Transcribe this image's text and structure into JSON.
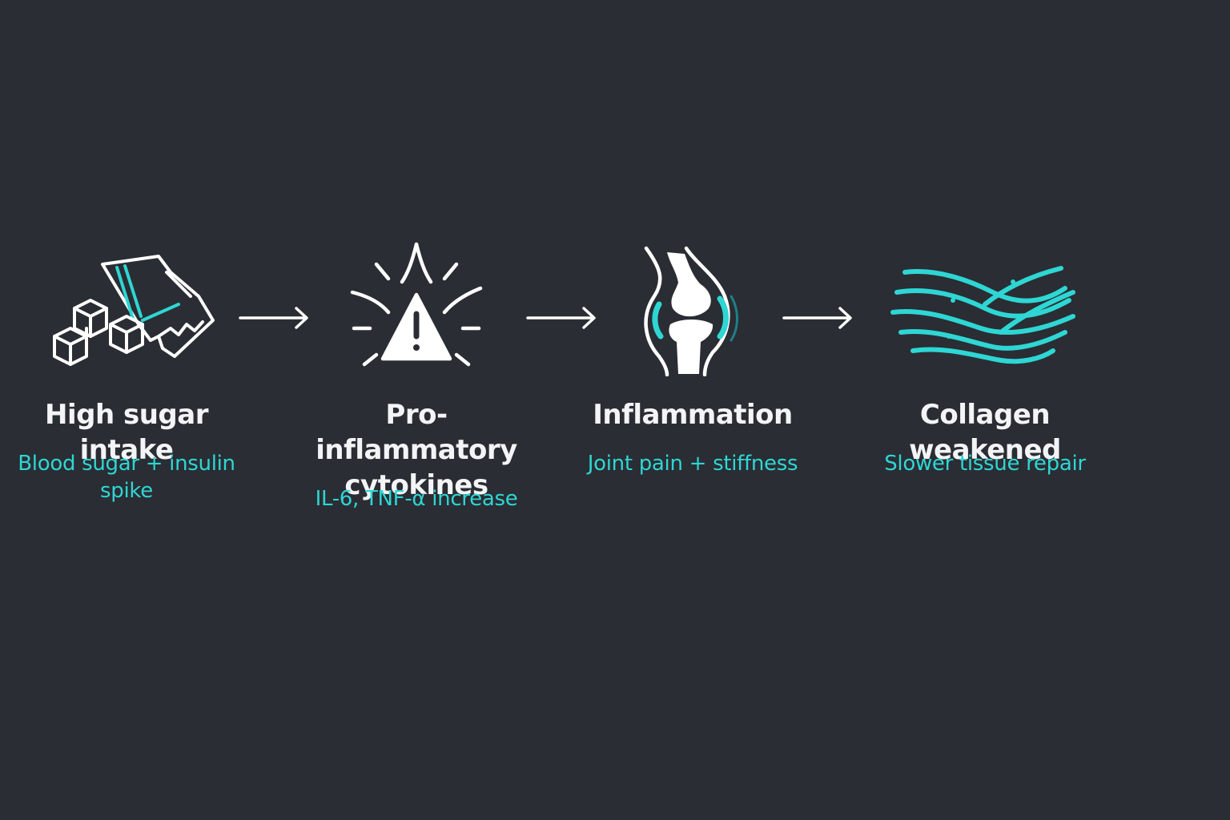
{
  "colors": {
    "background": "#2a2d33",
    "accent": "#2ed6d4",
    "title": "#f3f4f6",
    "icon": "#ffffff"
  },
  "steps": [
    {
      "icon": "sugar-cubes-candy-icon",
      "title": "High sugar intake",
      "subtitle": "Blood sugar + insulin spike"
    },
    {
      "icon": "warning-burst-icon",
      "title": "Pro-inflammatory cytokines",
      "subtitle": "IL-6, TNF-α increase"
    },
    {
      "icon": "knee-joint-icon",
      "title": "Inflammation",
      "subtitle": "Joint pain + stiffness"
    },
    {
      "icon": "collagen-fibers-icon",
      "title": "Collagen weakened",
      "subtitle": "Slower tissue repair"
    }
  ],
  "arrows": [
    "arrow-right-icon",
    "arrow-right-icon",
    "arrow-right-icon"
  ]
}
